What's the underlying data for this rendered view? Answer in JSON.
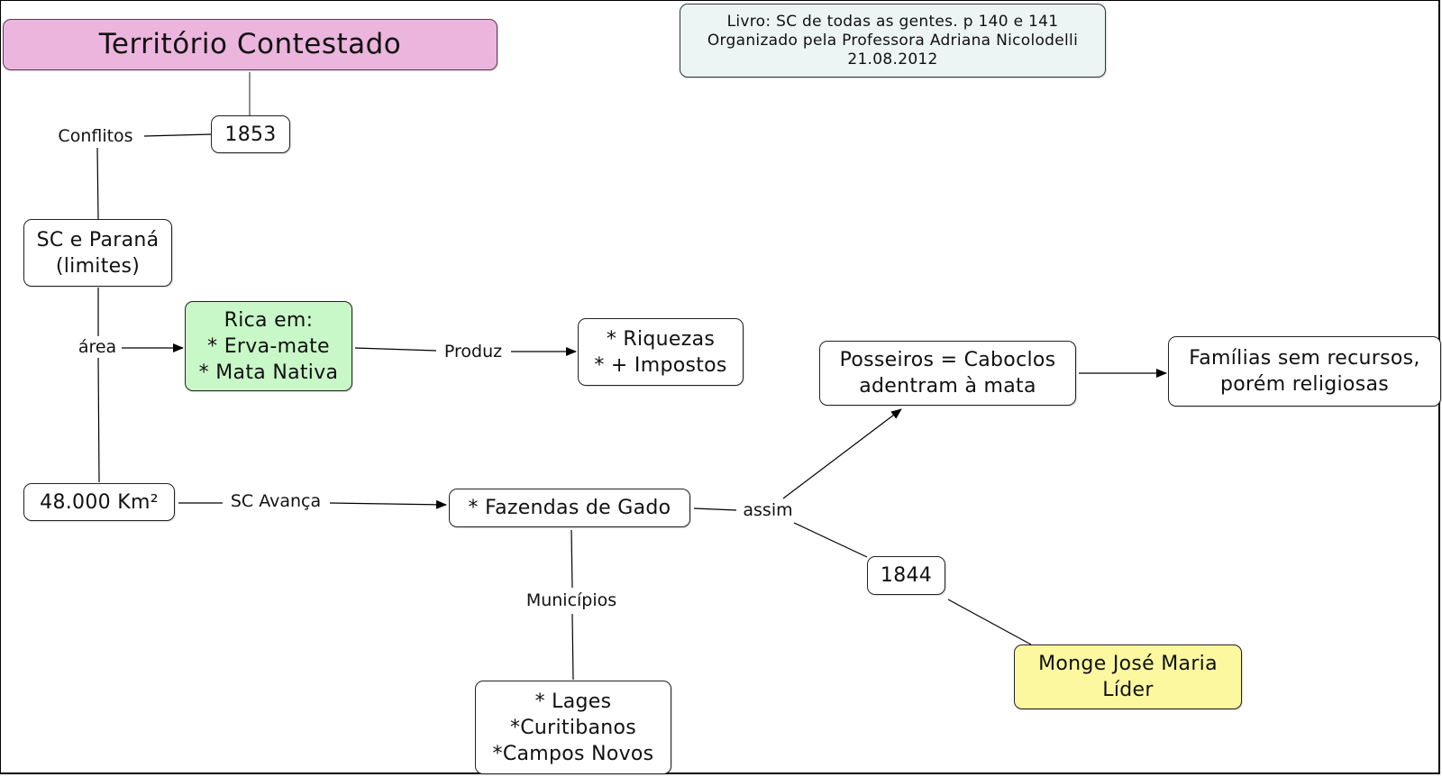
{
  "map": {
    "title": "Território Contestado",
    "reference": {
      "lines": [
        "Livro: SC  de todas as gentes. p 140 e 141",
        "Organizado pela Professora Adriana Nicolodelli",
        "21.08.2012"
      ]
    },
    "colors": {
      "title_fill": "#ecb5de",
      "reference_fill": "#ecf4f4",
      "highlight_green": "#c8f7c8",
      "highlight_yellow": "#fbf8a0",
      "line": "#000000"
    },
    "nodes": {
      "year_1853": {
        "lines": [
          "1853"
        ]
      },
      "sc_parana": {
        "lines": [
          "SC e Paraná",
          "(limites)"
        ]
      },
      "rica_em": {
        "lines": [
          "Rica em:",
          "* Erva-mate",
          "* Mata Nativa"
        ]
      },
      "riquezas": {
        "lines": [
          "* Riquezas",
          "* + Impostos"
        ]
      },
      "area_km2": {
        "lines": [
          "48.000 Km²"
        ]
      },
      "fazendas": {
        "lines": [
          "* Fazendas de Gado"
        ]
      },
      "posseiros": {
        "lines": [
          "Posseiros = Caboclos",
          "adentram à mata"
        ]
      },
      "familias": {
        "lines": [
          "Famílias sem recursos,",
          "porém religiosas"
        ]
      },
      "year_1844": {
        "lines": [
          "1844"
        ]
      },
      "municipios_list": {
        "lines": [
          "* Lages",
          "*Curitibanos",
          "*Campos Novos"
        ]
      },
      "monge": {
        "lines": [
          "Monge José Maria",
          "Líder"
        ]
      }
    },
    "linking_phrases": {
      "conflitos": "Conflitos",
      "area": "área",
      "produz": "Produz",
      "sc_avanca": "SC Avança",
      "assim": "assim",
      "municipios": "Municípios"
    }
  }
}
